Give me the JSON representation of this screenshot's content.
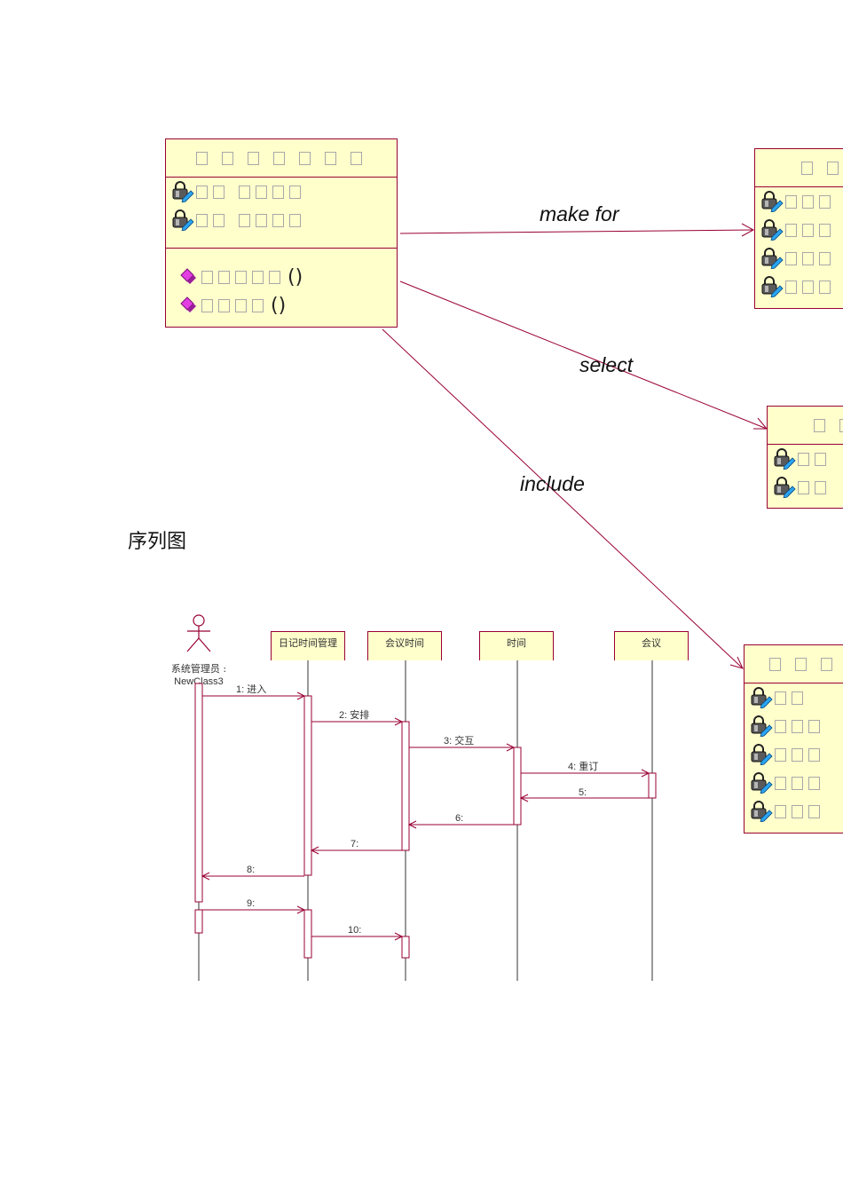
{
  "class_diagram": {
    "relations": [
      {
        "label": "make for"
      },
      {
        "label": "select"
      },
      {
        "label": "include"
      }
    ],
    "icons": {
      "attribute": "private-attribute-lock-icon",
      "operation": "public-operation-diamond-icon"
    },
    "operation_suffix": "()",
    "colors": {
      "box_fill": "#ffffcc",
      "box_border": "#990033",
      "line": "#990033",
      "operation_icon": "#dd22dd"
    }
  },
  "sequence": {
    "section_title": "序列图",
    "actor": {
      "label_line1": "系统管理员 :",
      "label_line2": "NewClass3"
    },
    "lifelines": [
      {
        "label": "日记时间管理"
      },
      {
        "label": "会议时间"
      },
      {
        "label": "时间"
      },
      {
        "label": "会议"
      }
    ],
    "messages": [
      {
        "label": "1: 进入"
      },
      {
        "label": "2: 安排"
      },
      {
        "label": "3: 交互"
      },
      {
        "label": "4: 重订"
      },
      {
        "label": "5:"
      },
      {
        "label": "6:"
      },
      {
        "label": "7:"
      },
      {
        "label": "8:"
      },
      {
        "label": "9:"
      },
      {
        "label": "10:"
      }
    ]
  }
}
